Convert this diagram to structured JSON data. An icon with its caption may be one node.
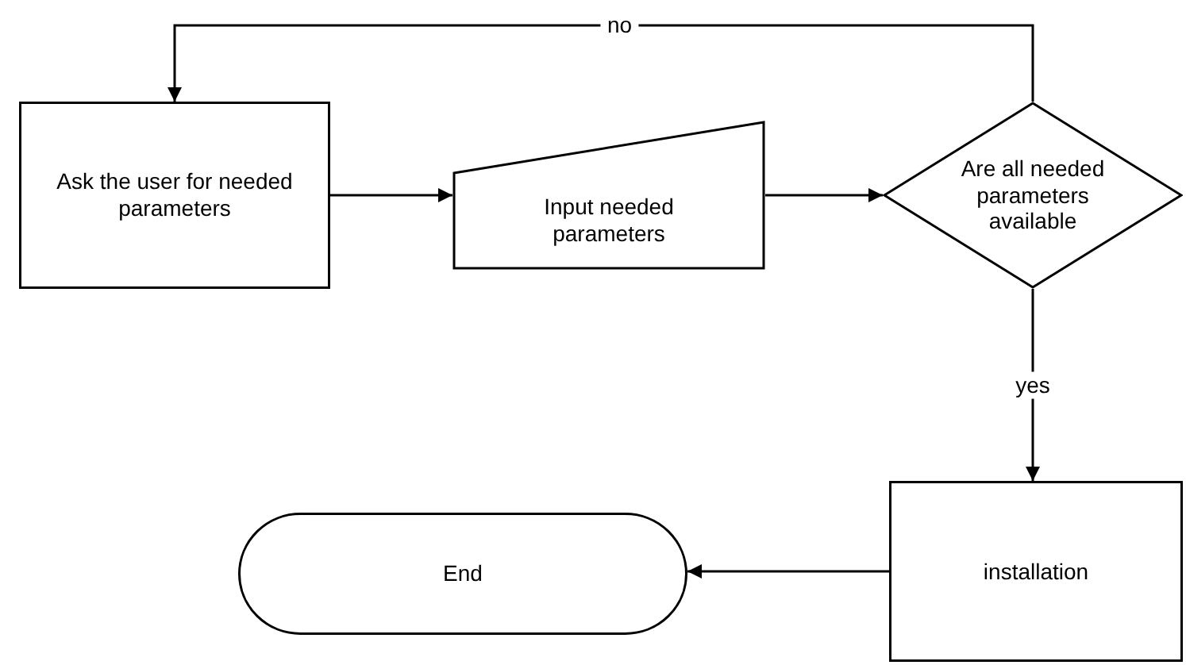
{
  "diagram": {
    "nodes": [
      {
        "text": [
          "Ask the user for needed parameters"
        ]
      },
      {
        "text": [
          "Input needed parameters"
        ]
      },
      {
        "text": [
          "Are all needed parameters available"
        ]
      },
      {
        "text": [
          "installation"
        ]
      },
      {
        "text": [
          "End"
        ]
      }
    ],
    "edges": [
      {
        "from": 0,
        "to": 1,
        "arrow": "to"
      },
      {
        "from": 1,
        "to": 2,
        "arrow": "to"
      },
      {
        "from": 2,
        "to": 0,
        "arrow": "to",
        "label": "no"
      },
      {
        "from": 2,
        "to": 3,
        "arrow": "to",
        "label": "yes"
      },
      {
        "from": 3,
        "to": 4,
        "arrow": "to"
      }
    ]
  }
}
